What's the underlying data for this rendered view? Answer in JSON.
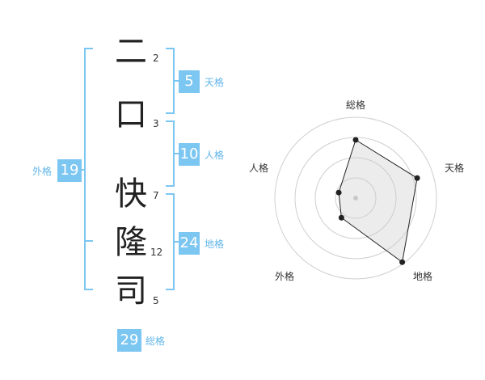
{
  "name": {
    "chars": [
      {
        "char": "二",
        "strokes": "2"
      },
      {
        "char": "口",
        "strokes": "3"
      },
      {
        "char": "快",
        "strokes": "7"
      },
      {
        "char": "隆",
        "strokes": "12"
      },
      {
        "char": "司",
        "strokes": "5"
      }
    ]
  },
  "fortune": {
    "tenkaku": {
      "value": "5",
      "label": "天格"
    },
    "jinkaku": {
      "value": "10",
      "label": "人格"
    },
    "chikaku": {
      "value": "24",
      "label": "地格"
    },
    "gaikaku": {
      "value": "19",
      "label": "外格"
    },
    "soukaku": {
      "value": "29",
      "label": "総格"
    }
  },
  "colors": {
    "accent": "#7cc6f2",
    "bracket": "#7cc6f2",
    "label": "#62b6ea"
  },
  "chart_data": {
    "type": "radar",
    "axes": [
      "総格",
      "天格",
      "地格",
      "外格",
      "人格"
    ],
    "values": [
      29,
      5,
      24,
      19,
      10
    ],
    "rings": 4,
    "plotted_radius_fraction": [
      0.72,
      0.8,
      0.98,
      0.3,
      0.22
    ]
  }
}
